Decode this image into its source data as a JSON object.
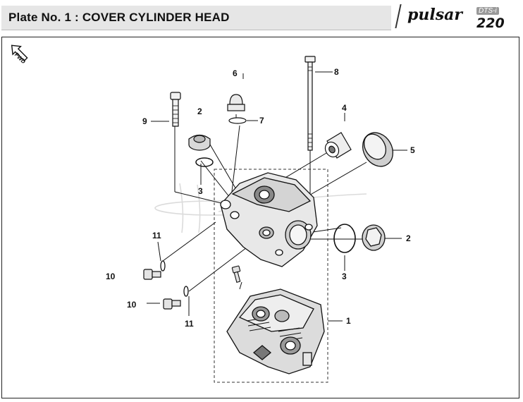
{
  "header": {
    "title": "Plate No. 1  : COVER CYLINDER HEAD",
    "logo_word": "pulsar",
    "logo_badge": "DTS-i",
    "logo_model": "220"
  },
  "fwd_badge": "FWD",
  "callouts": [
    {
      "id": "c6",
      "label": "6"
    },
    {
      "id": "c8",
      "label": "8"
    },
    {
      "id": "c2a",
      "label": "2"
    },
    {
      "id": "c7",
      "label": "7"
    },
    {
      "id": "c9",
      "label": "9"
    },
    {
      "id": "c4",
      "label": "4"
    },
    {
      "id": "c5",
      "label": "5"
    },
    {
      "id": "c3a",
      "label": "3"
    },
    {
      "id": "c11a",
      "label": "11"
    },
    {
      "id": "c2b",
      "label": "2"
    },
    {
      "id": "c10a",
      "label": "10"
    },
    {
      "id": "c3b",
      "label": "3"
    },
    {
      "id": "c10b",
      "label": "10"
    },
    {
      "id": "c1",
      "label": "1"
    },
    {
      "id": "c11b",
      "label": "11"
    }
  ]
}
